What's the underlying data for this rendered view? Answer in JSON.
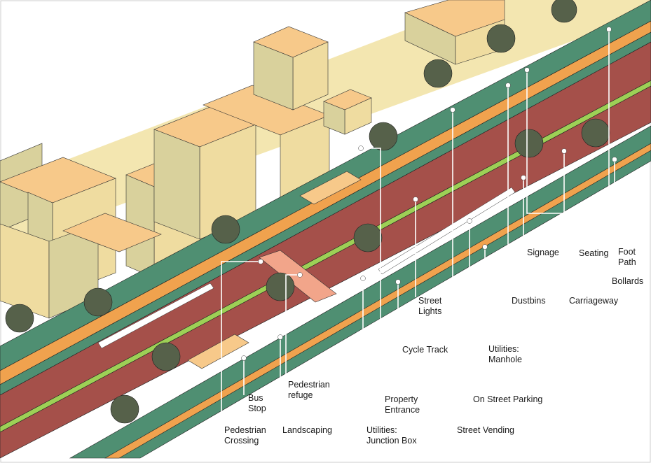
{
  "labels": {
    "pedestrian_crossing": "Pedestrian\nCrossing",
    "landscaping": "Landscaping",
    "bus_stop": "Bus\nStop",
    "pedestrian_refuge": "Pedestrian\nrefuge",
    "utilities_junction_box": "Utilities:\nJunction Box",
    "property_entrance": "Property\nEntrance",
    "cycle_track": "Cycle Track",
    "street_lights": "Street\nLights",
    "street_vending": "Street Vending",
    "on_street_parking": "On Street Parking",
    "utilities_manhole": "Utilities:\nManhole",
    "dustbins": "Dustbins",
    "signage": "Signage",
    "carriageway": "Carriageway",
    "seating": "Seating",
    "bollards": "Bollards",
    "foot_path": "Foot\nPath"
  },
  "colors": {
    "building_light": "#f0e2a6",
    "building_roof": "#f7c98a",
    "building_side": "#d9d19c",
    "footpath": "#4f8f72",
    "cycle_track": "#f0a24e",
    "carriageway": "#a5504a",
    "median_green": "#9dd056",
    "tree": "#56614a",
    "leader_line": "#ffffff"
  }
}
